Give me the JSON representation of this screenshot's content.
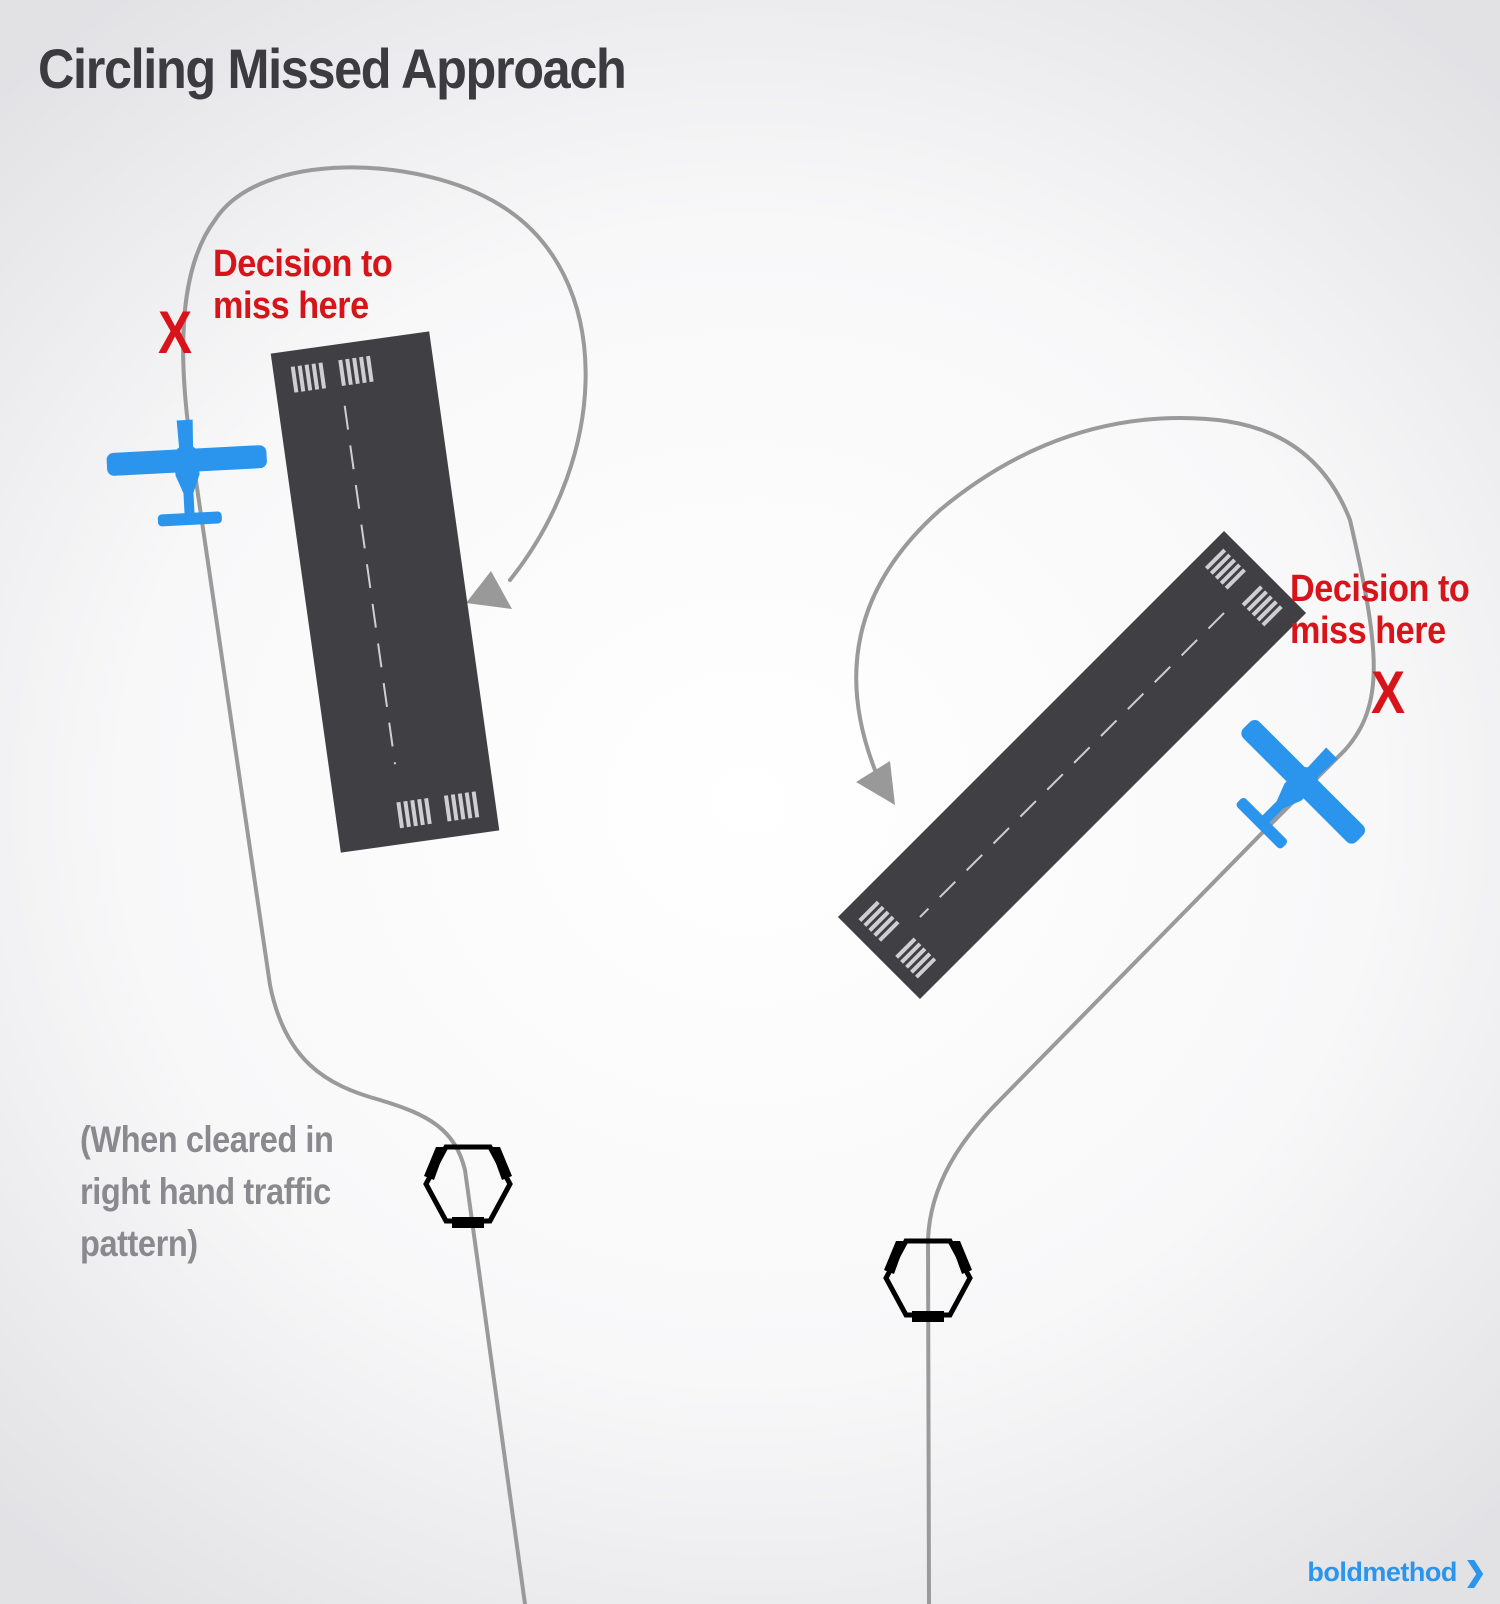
{
  "header": {
    "title": "Circling Missed Approach"
  },
  "left_scenario": {
    "decision_line1": "Decision to",
    "decision_line2": "miss here",
    "marker": "X",
    "note_line1": "(When cleared in",
    "note_line2": "right hand traffic",
    "note_line3": "pattern)"
  },
  "right_scenario": {
    "decision_line1": "Decision to",
    "decision_line2": "miss here",
    "marker": "X"
  },
  "brand": {
    "name": "boldmethod",
    "chevron": "❯"
  },
  "colors": {
    "title": "#3b3b40",
    "decision_text": "#d7141a",
    "airplane": "#2b95ee",
    "flight_path": "#9a9a9a",
    "runway": "#3f3f44",
    "note_text": "#8a8a8e"
  },
  "icons": [
    "airplane-icon",
    "vor-icon",
    "arrowhead-icon",
    "runway-threshold-marks"
  ]
}
